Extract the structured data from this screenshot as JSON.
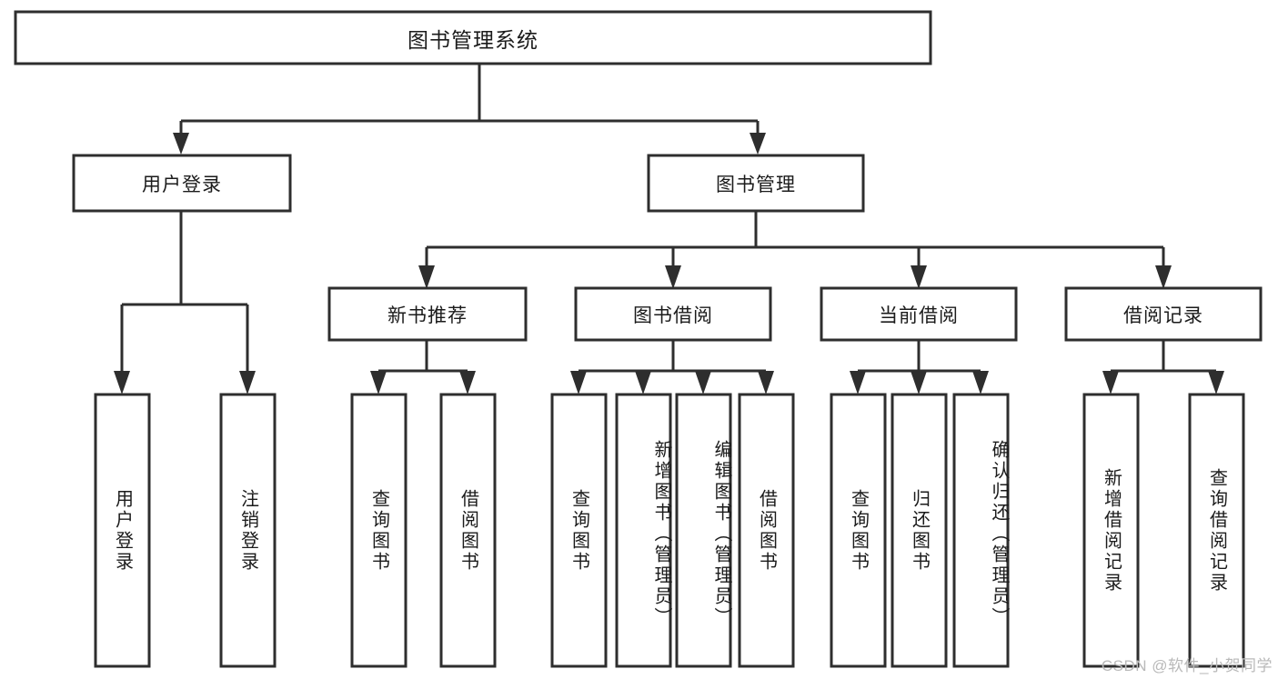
{
  "diagram": {
    "title": "图书管理系统",
    "type": "tree-hierarchy",
    "orientation": "top-down",
    "colors": {
      "stroke": "#2e2e2e",
      "box_fill": "#ffffff",
      "text": "#1b1b1b",
      "background": "#ffffff",
      "watermark": "#b9b9b9"
    },
    "root": {
      "label": "图书管理系统"
    },
    "level2": [
      {
        "label": "用户登录"
      },
      {
        "label": "图书管理"
      }
    ],
    "level3": [
      {
        "label": "新书推荐"
      },
      {
        "label": "图书借阅"
      },
      {
        "label": "当前借阅"
      },
      {
        "label": "借阅记录"
      }
    ],
    "leaves": {
      "user_login": [
        {
          "label": "用户登录"
        },
        {
          "label": "注销登录"
        }
      ],
      "new_book_recommend": [
        {
          "label": "查询图书"
        },
        {
          "label": "借阅图书"
        }
      ],
      "book_borrow": [
        {
          "label": "查询图书"
        },
        {
          "label": "新增图书（管理员）"
        },
        {
          "label": "编辑图书（管理员）"
        },
        {
          "label": "借阅图书"
        }
      ],
      "current_borrow": [
        {
          "label": "查询图书"
        },
        {
          "label": "归还图书"
        },
        {
          "label": "确认归还（管理员）"
        }
      ],
      "borrow_record": [
        {
          "label": "新增借阅记录"
        },
        {
          "label": "查询借阅记录"
        }
      ]
    }
  },
  "watermark": {
    "text": "CSDN @软件_小贺同学"
  }
}
